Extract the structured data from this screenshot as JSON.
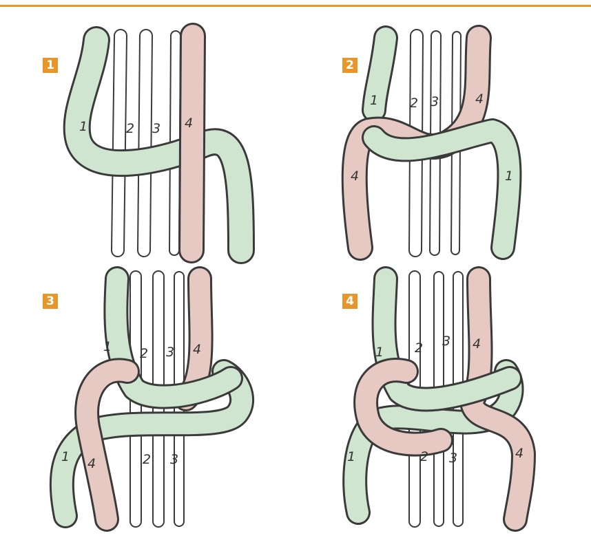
{
  "colors": {
    "accent": "#e8962a",
    "green_cord": "#cfe5d0",
    "pink_cord": "#e6c9c2",
    "outline": "#3a3a3a"
  },
  "steps": [
    {
      "badge": "1",
      "labels": {
        "c1": "1",
        "c2": "2",
        "c3": "3",
        "c4": "4"
      }
    },
    {
      "badge": "2",
      "labels": {
        "c1a": "1",
        "c2": "2",
        "c3": "3",
        "c4a": "4",
        "c4b": "4",
        "c1b": "1"
      }
    },
    {
      "badge": "3",
      "labels": {
        "c1a": "1",
        "c2a": "2",
        "c3a": "3",
        "c4a": "4",
        "c2b": "2",
        "c3b": "3",
        "c1b": "1",
        "c4b": "4"
      }
    },
    {
      "badge": "4",
      "labels": {
        "c1a": "1",
        "c2a": "2",
        "c3a": "3",
        "c4a": "4",
        "c2b": "2",
        "c3b": "3",
        "c1b": "1",
        "c4b": "4"
      }
    }
  ]
}
